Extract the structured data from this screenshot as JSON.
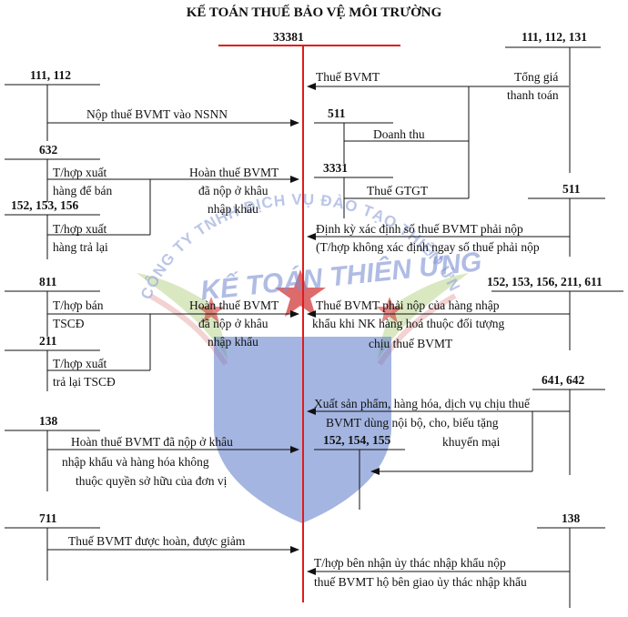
{
  "title": "KẾ TOÁN THUẾ BẢO VỆ MÔI TRƯỜNG",
  "watermark": {
    "company": "CÔNG TY TNHH DỊCH VỤ ĐÀO TẠO THIÊN ỨNG",
    "brand": "KẾ TOÁN THIÊN ỨNG",
    "colors": {
      "blue": "#3b5cb0",
      "red": "#d23a3a",
      "green": "#b8d48a"
    }
  },
  "accounts": {
    "center": "33381",
    "a111_112_131": "111, 112, 131",
    "a111_112": "111, 112",
    "a511_mid": "511",
    "a632": "632",
    "a3331": "3331",
    "a511_right": "511",
    "a152_153_156": "152, 153, 156",
    "a811": "811",
    "a152_153_156_211_611": "152, 153, 156, 211, 611",
    "a211": "211",
    "a641_642": "641, 642",
    "a138_left": "138",
    "a152_154_155": "152, 154, 155",
    "a711": "711",
    "a138_right": "138"
  },
  "labels": {
    "thue_bvmt": "Thuế BVMT",
    "tong_gia": "Tổng giá",
    "thanh_toan": "thanh toán",
    "nop_thue": "Nộp thuế BVMT vào NSNN",
    "doanh_thu": "Doanh thu",
    "thop_xuat_1": "T/hợp xuất",
    "hang_de_ban": "hàng để bán",
    "hoan_thue_1": "Hoàn thuế BVMT",
    "da_nop_1": "đã nộp ở khâu",
    "nhap_khau_1": "nhập khẩu",
    "thue_gtgt": "Thuế GTGT",
    "thop_xuat_2": "T/hợp xuất",
    "hang_tra_lai": "hàng trả lại",
    "dinh_ky": "Định kỳ xác định số thuế BVMT phải nộp",
    "thop_khong": "(T/hợp không xác định ngay số thuế phải nộp",
    "thop_ban": "T/hợp bán",
    "tscd_1": "TSCĐ",
    "hoan_thue_2": "Hoàn thuế BVMT",
    "da_nop_2": "đã nộp ở khâu",
    "nhap_khau_2": "nhập khẩu",
    "thue_phai_nop_1": "Thuế BVMT phải nộp của hàng nhập",
    "thue_phai_nop_2": "khẩu khi NK hàng hoá thuộc đối tượng",
    "thue_phai_nop_3": "chịu thuế BVMT",
    "thop_xuat_3": "T/hợp xuất",
    "tra_lai_tscd": "trả lại TSCĐ",
    "xuat_sp_1": "Xuất sản phẩm, hàng hóa, dịch vụ chịu thuế",
    "xuat_sp_2": "BVMT dùng nội bộ, cho, biếu tặng",
    "khuyen_mai": "khuyến mại",
    "hoan_138_1": "Hoàn thuế BVMT đã nộp ở khâu",
    "hoan_138_2": "nhập khẩu và hàng hóa không",
    "hoan_138_3": "thuộc quyền sở hữu của đơn vị",
    "duoc_hoan": "Thuế BVMT được hoàn, được giảm",
    "uy_thac_1": "T/hợp bên nhận ủy thác nhập khẩu nộp",
    "uy_thac_2": "thuế BVMT hộ bên giao ủy thác nhập khẩu"
  }
}
